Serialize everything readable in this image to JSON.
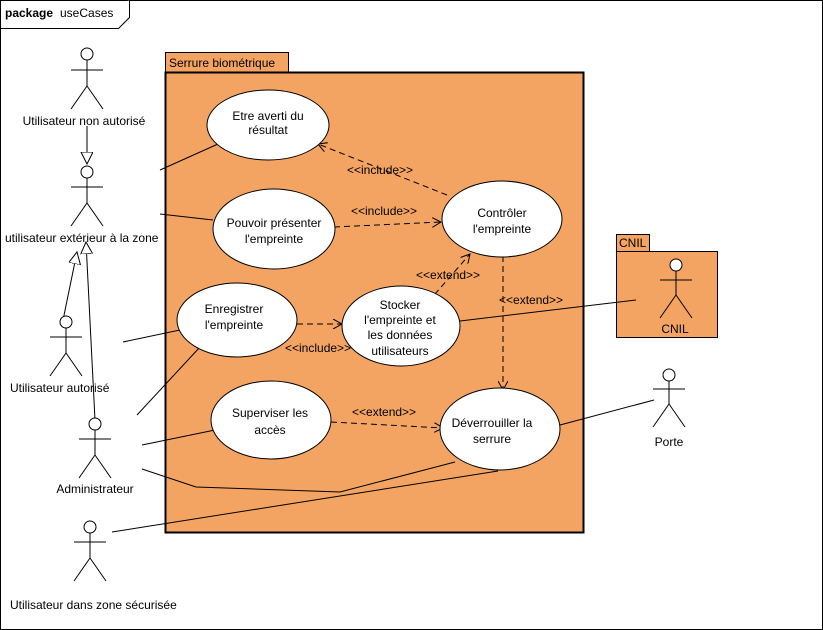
{
  "frame": {
    "keyword": "package",
    "name": "useCases"
  },
  "system": {
    "title": "Serrure biométrique"
  },
  "cnil_package": {
    "title": "CNIL"
  },
  "use_cases": {
    "averti": [
      "Etre averti du",
      "résultat"
    ],
    "presenter": [
      "Pouvoir présenter",
      "l'empreinte"
    ],
    "controler": [
      "Contrôler",
      "l'empreinte"
    ],
    "enregistrer": [
      "Enregistrer",
      "l'empreinte"
    ],
    "stocker": [
      "Stocker",
      "l'empreinte et",
      "les données",
      "utilisateurs"
    ],
    "superviser": [
      "Superviser les",
      "accès"
    ],
    "deverrouiller": [
      "Déverrouiller la",
      "serrure"
    ]
  },
  "actors": {
    "non_autorise": "Utilisateur non autorisé",
    "exterieur": "utilisateur extérieur à la zone",
    "autorise": "Utilisateur autorisé",
    "administrateur": "Administrateur",
    "zone_securisee": "Utilisateur dans zone sécurisée",
    "cnil": "CNIL",
    "porte": "Porte"
  },
  "stereotypes": {
    "include_averti": "<<include>>",
    "include_presenter": "<<include>>",
    "extend_stocker": "<<extend>>",
    "include_enregistrer": "<<include>>",
    "extend_controler": "<<extend>>",
    "extend_superviser": "<<extend>>"
  },
  "colors": {
    "system_fill": "#f4a462",
    "cnil_fill": "#f4a462",
    "line": "#000000",
    "use_case_fill": "#ffffff"
  }
}
